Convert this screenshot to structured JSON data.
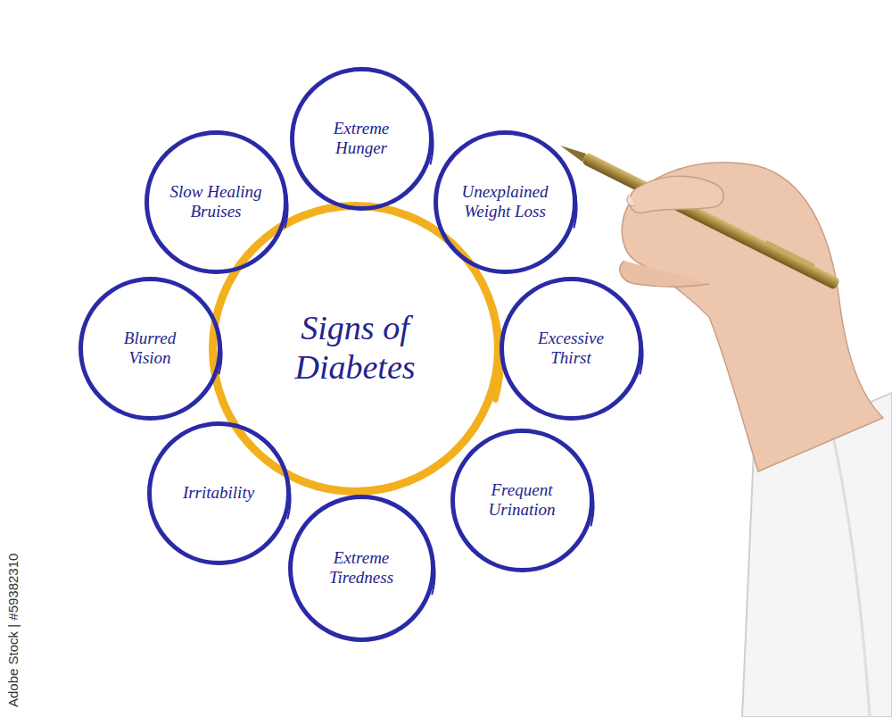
{
  "diagram": {
    "nodes": [
      {
        "text": [
          "Signs of Diabetes"
        ]
      },
      {
        "text": [
          "Extreme Hunger"
        ]
      },
      {
        "text": [
          "Unexplained Weight Loss"
        ]
      },
      {
        "text": [
          "Excessive Thirst"
        ]
      },
      {
        "text": [
          "Frequent Urination"
        ]
      },
      {
        "text": [
          "Extreme Tiredness"
        ]
      },
      {
        "text": [
          "Irritability"
        ]
      },
      {
        "text": [
          "Blurred Vision"
        ]
      },
      {
        "text": [
          "Slow Healing Bruises"
        ]
      }
    ],
    "labels": [
      "Adobe Stock | #59382310"
    ]
  }
}
